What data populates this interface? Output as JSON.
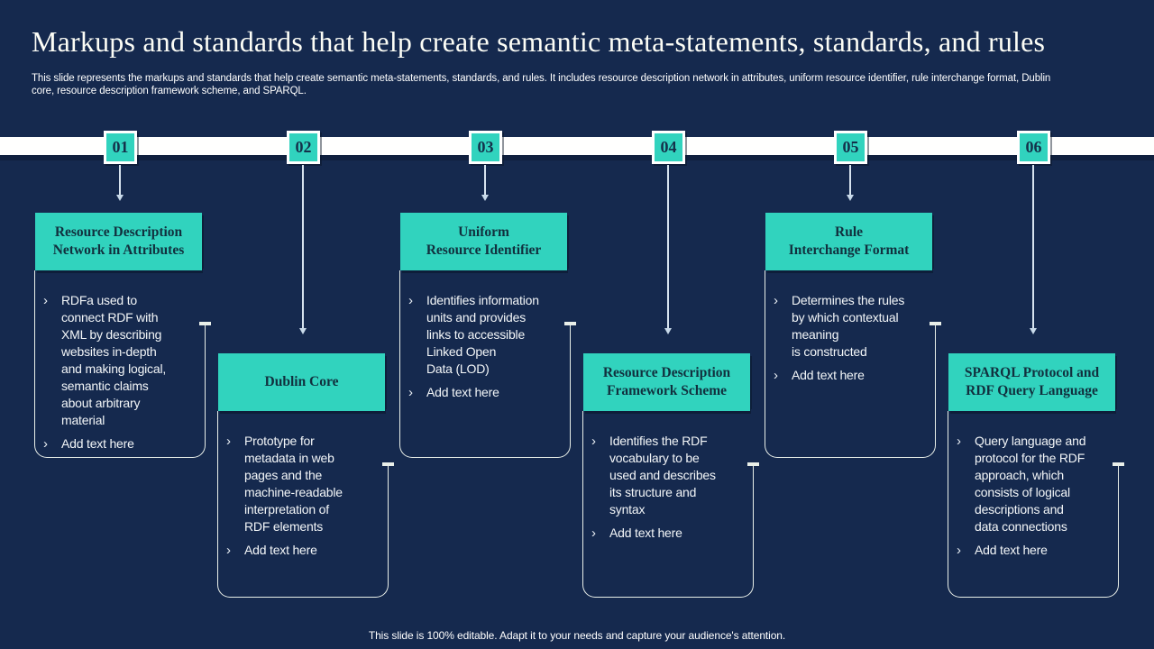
{
  "slide": {
    "title": "Markups and standards that help create semantic meta-statements, standards, and rules",
    "subtitle_line1": "This slide represents the markups and standards that help create semantic meta-statements, standards, and rules. It includes resource description network in attributes, uniform resource identifier, rule interchange format, Dublin",
    "subtitle_line2": "core, resource description framework scheme, and SPARQL.",
    "footer": "This slide is 100% editable. Adapt it to your needs and capture your audience's attention."
  },
  "glyphs": {
    "bullet": "›"
  },
  "colors": {
    "background": "#15294E",
    "accent_teal": "#31D3BE",
    "timeline_band": "#FFFFFE",
    "body_text": "#F3F6F8",
    "box_title_text": "#11303E",
    "outline": "#E9EFE9"
  },
  "columns": [
    {
      "number": "01",
      "title": "Resource Description\nNetwork in Attributes",
      "bullets": [
        "RDFa used to\nconnect RDF with\nXML by describing\nwebsites in-depth\nand making logical,\nsemantic claims\nabout arbitrary\nmaterial",
        "Add text here"
      ]
    },
    {
      "number": "02",
      "title": "Dublin Core",
      "bullets": [
        "Prototype for\nmetadata in web\npages and the\nmachine-readable\ninterpretation of\nRDF elements",
        "Add text here"
      ]
    },
    {
      "number": "03",
      "title": "Uniform\nResource Identifier",
      "bullets": [
        "Identifies information\nunits and provides\nlinks to accessible\nLinked Open\nData (LOD)",
        "Add text here"
      ]
    },
    {
      "number": "04",
      "title": "Resource Description\nFramework Scheme",
      "bullets": [
        "Identifies the RDF\nvocabulary to be\nused and describes\nits structure and\nsyntax",
        "Add text here"
      ]
    },
    {
      "number": "05",
      "title": "Rule\nInterchange Format",
      "bullets": [
        "Determines the rules\nby which contextual\nmeaning\nis constructed",
        "Add text here"
      ]
    },
    {
      "number": "06",
      "title": "SPARQL Protocol and\nRDF Query Language",
      "bullets": [
        "Query language and\nprotocol for the RDF\napproach, which\nconsists of logical\ndescriptions and\ndata connections",
        "Add text here"
      ]
    }
  ]
}
